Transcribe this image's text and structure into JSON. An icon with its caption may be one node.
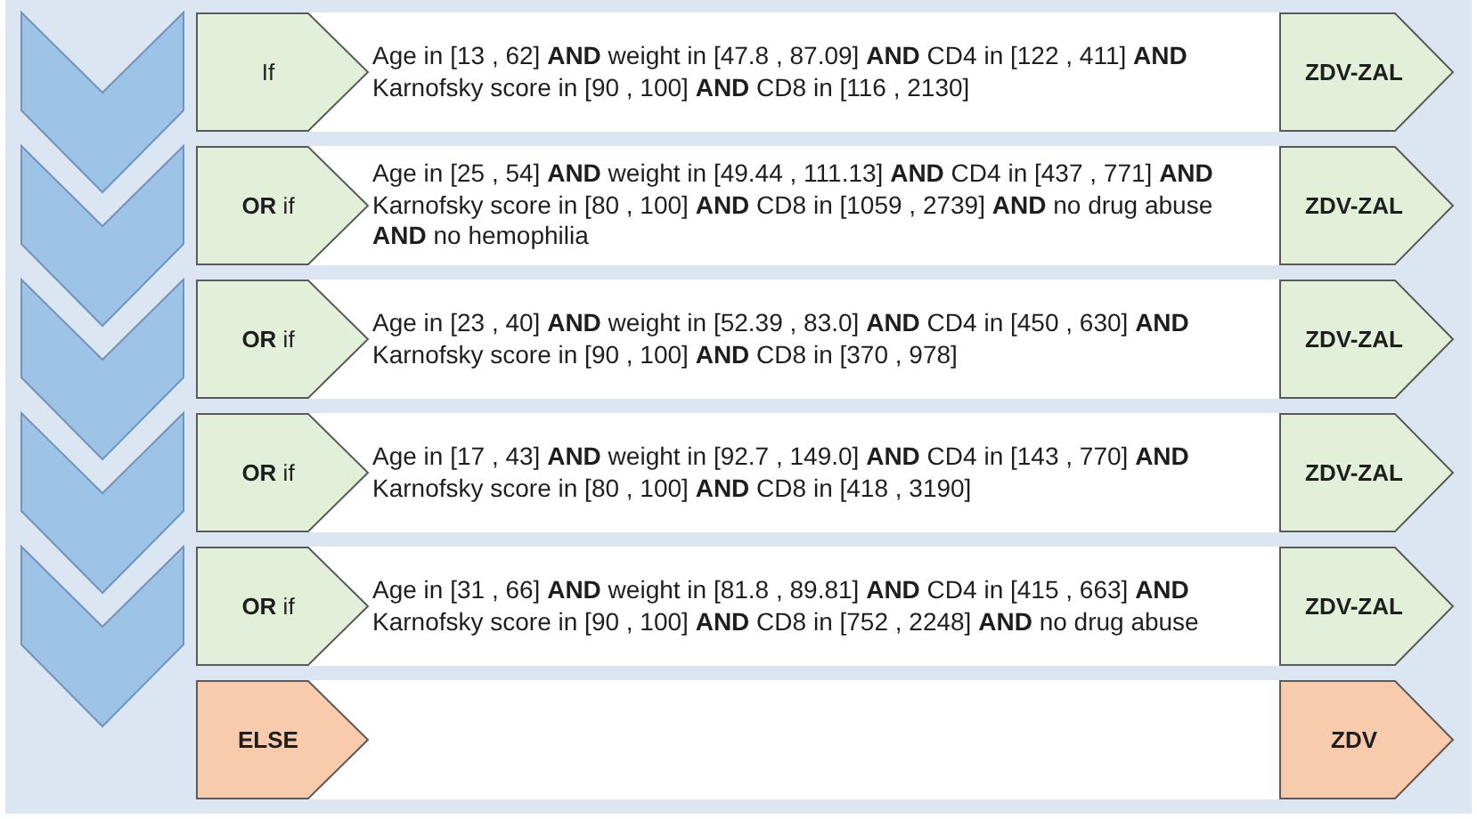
{
  "diagram": {
    "nodes": [
      {
        "text": [
          "If"
        ]
      },
      {
        "text": [
          "Age in [13 , 62] **AND** weight in [47.8 , 87.09] **AND** CD4 in [122 , 411] **AND** Karnofsky score in [90 , 100] **AND** CD8 in [116 , 2130]"
        ]
      },
      {
        "text": [
          "ZDV-ZAL"
        ]
      },
      {
        "text": [
          "**OR** if"
        ]
      },
      {
        "text": [
          "Age in [25 , 54] **AND** weight in [49.44 , 111.13] **AND** CD4 in [437 , 771] **AND** Karnofsky score in [80 , 100] **AND** CD8 in [1059 , 2739] **AND** no drug abuse **AND** no hemophilia"
        ]
      },
      {
        "text": [
          "ZDV-ZAL"
        ]
      },
      {
        "text": [
          "**OR** if"
        ]
      },
      {
        "text": [
          "Age in [23 , 40] **AND** weight in [52.39 , 83.0] **AND** CD4 in [450 , 630] **AND** Karnofsky score in [90 , 100] **AND** CD8 in [370 , 978]"
        ]
      },
      {
        "text": [
          "ZDV-ZAL"
        ]
      },
      {
        "text": [
          "**OR** if"
        ]
      },
      {
        "text": [
          "Age in [17 , 43] **AND** weight in [92.7 , 149.0] **AND** CD4 in [143 , 770] **AND** Karnofsky score in [80 , 100] **AND** CD8 in [418 , 3190]"
        ]
      },
      {
        "text": [
          "ZDV-ZAL"
        ]
      },
      {
        "text": [
          "**OR** if"
        ]
      },
      {
        "text": [
          "Age in [31 , 66] **AND** weight in [81.8 , 89.81] **AND** CD4 in [415 , 663] **AND** Karnofsky score in [90 , 100] **AND** CD8 in [752 , 2248] **AND** no drug abuse"
        ]
      },
      {
        "text": [
          "ZDV-ZAL"
        ]
      },
      {
        "text": [
          "ELSE"
        ]
      },
      {
        "text": [],
        "shape": "box"
      },
      {
        "text": [
          "ZDV"
        ]
      }
    ]
  }
}
